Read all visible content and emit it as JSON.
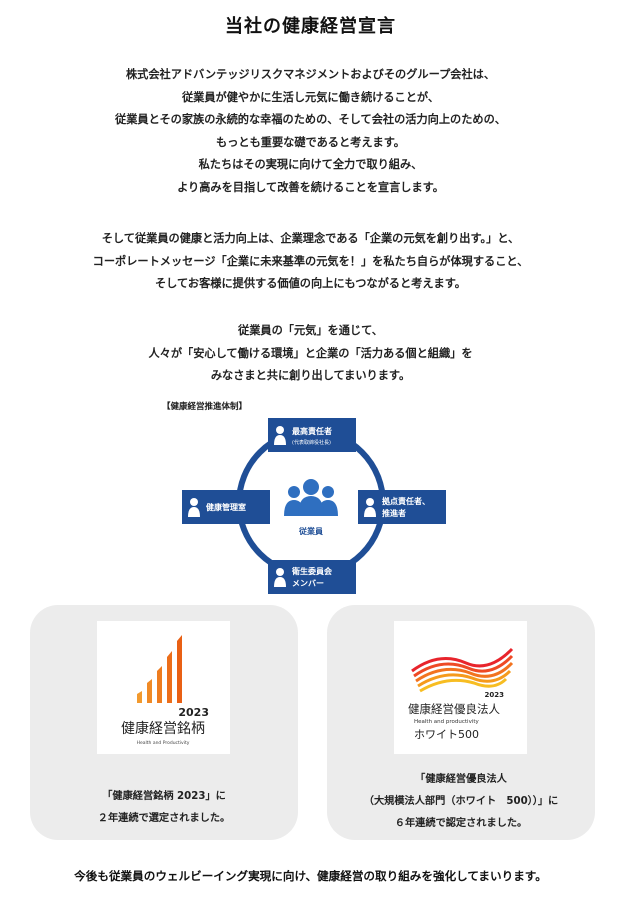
{
  "page_title": "当社の健康経営宣言",
  "declaration": {
    "p1": [
      "株式会社アドバンテッジリスクマネジメントおよびそのグループ会社は、",
      "従業員が健やかに生活し元気に働き続けることが、",
      "従業員とその家族の永続的な幸福のための、そして会社の活力向上のための、",
      "もっとも重要な礎であると考えます。",
      "私たちはその実現に向けて全力で取り組み、",
      "より高みを目指して改善を続けることを宣言します。"
    ],
    "p2": [
      "そして従業員の健康と活力向上は、企業理念である「企業の元気を創り出す。」と、",
      "コーポレートメッセージ「企業に未来基準の元気を！」を私たち自らが体現すること、",
      "そしてお客様に提供する価値の向上にもつながると考えます。"
    ],
    "p3": [
      "従業員の「元気」を通じて、",
      "人々が「安心して働ける環境」と企業の「活力ある個と組織」を",
      "みなさまと共に創り出してまいります。"
    ]
  },
  "diagram": {
    "label": "【健康経営推進体制】",
    "center_label": "従業員",
    "top": {
      "line1": "最高責任者",
      "line2": "(代表取締役社長)"
    },
    "left": {
      "line1": "健康管理室"
    },
    "right": {
      "line1": "拠点責任者、",
      "line2": "推進者"
    },
    "bottom": {
      "line1": "衛生委員会",
      "line2": "メンバー"
    },
    "colors": {
      "navy": "#1f4e96",
      "blue": "#2f6fc0"
    }
  },
  "awards": [
    {
      "logo_year": "2023",
      "logo_title": "健康経営銘柄",
      "logo_sub": "Health and Productivity",
      "text_line1": "「健康経営銘柄 2023」に",
      "text_line2": "２年連続で選定されました。"
    },
    {
      "logo_year": "2023",
      "logo_title": "健康経営優良法人",
      "logo_sub": "Health and productivity",
      "logo_badge": "ホワイト500",
      "text_line1": "「健康経営優良法人",
      "text_line2": "（大規模法人部門（ホワイト　500））」に",
      "text_line3": "６年連続で認定されました。"
    }
  ],
  "footer": "今後も従業員のウェルビーイング実現に向け、健康経営の取り組みを強化してまいります。"
}
